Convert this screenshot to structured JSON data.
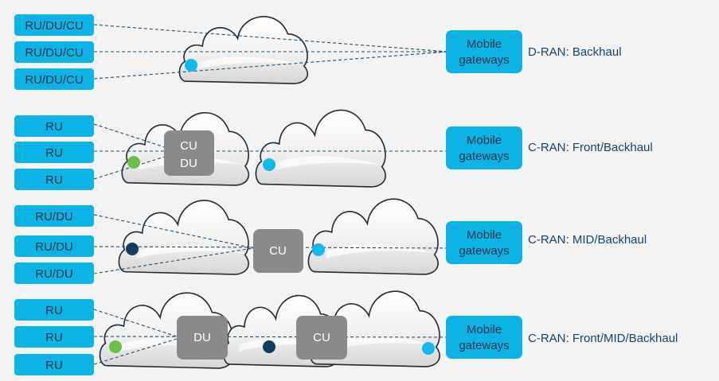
{
  "colors": {
    "access_tag": "#0cb4e6",
    "function_box": "#8a8a8a",
    "link": "#1d4f73",
    "label_text": "#15456b",
    "dot_cyan": "#11b9ec",
    "dot_green": "#6cc04a",
    "dot_navy": "#0e3d5e"
  },
  "rows": [
    {
      "access": [
        "RU/DU/CU",
        "RU/DU/CU",
        "RU/DU/CU"
      ],
      "nodes": [],
      "gateway": [
        "Mobile",
        "gateways"
      ],
      "label": "D-RAN: Backhaul"
    },
    {
      "access": [
        "RU",
        "RU",
        "RU"
      ],
      "nodes": [
        [
          "CU",
          "DU"
        ]
      ],
      "gateway": [
        "Mobile",
        "gateways"
      ],
      "label": "C-RAN: Front/Backhaul"
    },
    {
      "access": [
        "RU/DU",
        "RU/DU",
        "RU/DU"
      ],
      "nodes": [
        [
          "CU"
        ]
      ],
      "gateway": [
        "Mobile",
        "gateways"
      ],
      "label": "C-RAN: MID/Backhaul"
    },
    {
      "access": [
        "RU",
        "RU",
        "RU"
      ],
      "nodes": [
        [
          "DU"
        ],
        [
          "CU"
        ]
      ],
      "gateway": [
        "Mobile",
        "gateways"
      ],
      "label": "C-RAN: Front/MID/Backhaul"
    }
  ]
}
